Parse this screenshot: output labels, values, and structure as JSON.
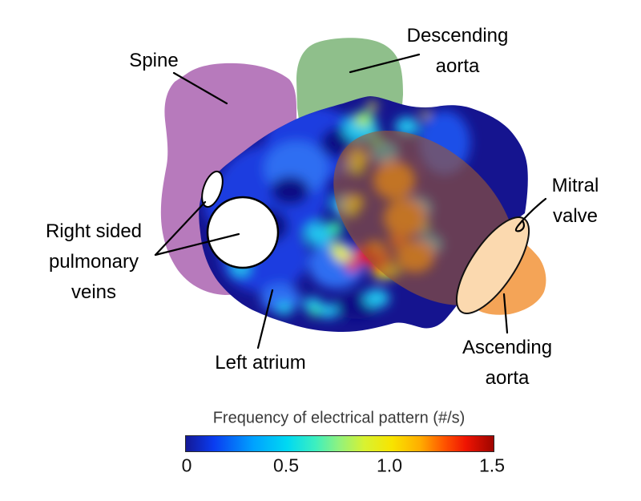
{
  "figure": {
    "labels": {
      "spine": "Spine",
      "descending_aorta": "Descending\naorta",
      "mitral_valve": "Mitral\nvalve",
      "right_pulmonary_veins": "Right sided\npulmonary\nveins",
      "left_atrium": "Left atrium",
      "ascending_aorta": "Ascending\naorta"
    },
    "colors": {
      "spine": "#b77abc",
      "descending_aorta": "#8fbf8b",
      "ascending_aorta": "#f4a457",
      "mitral_valve": "#fbd9af",
      "left_atrium_base": "#15148f",
      "aorta_overlay": "rgba(158,88,48,0.6)",
      "pulmonary_vein": "#ffffff",
      "pointer_line": "#000000"
    },
    "colorbar": {
      "title": "Frequency of electrical pattern (#/s)",
      "unit": "#/s",
      "min": 0,
      "max": 1.5,
      "ticks": [
        "0",
        "0.5",
        "1.0",
        "1.5"
      ],
      "gradient": [
        "#141896 0%",
        "#0a3cf0 9%",
        "#00a2ff 22%",
        "#00d9f2 33%",
        "#3cefc0 42%",
        "#93f27c 50%",
        "#d8f231 58%",
        "#f8e400 67%",
        "#ffae00 76%",
        "#ff5400 84%",
        "#ef1402 91%",
        "#9e0500 100%"
      ]
    }
  }
}
